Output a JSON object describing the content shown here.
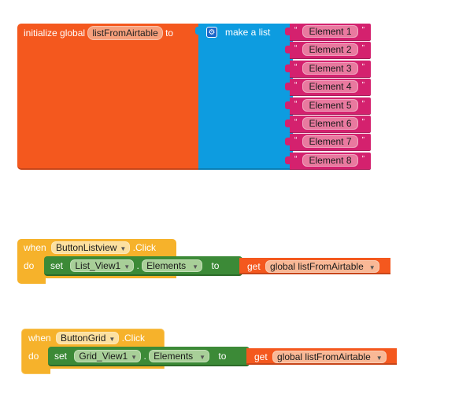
{
  "init_block": {
    "keyword": "initialize global",
    "var_name": "listFromAirtable",
    "to": "to"
  },
  "make_list": {
    "label": "make a list",
    "gear_icon": "gear-icon"
  },
  "elements": [
    "Element 1",
    "Element 2",
    "Element 3",
    "Element 4",
    "Element 5",
    "Element 6",
    "Element 7",
    "Element 8"
  ],
  "quote_open": "“",
  "quote_close": "”",
  "event1": {
    "when": "when",
    "component": "ButtonListview",
    "event": ".Click",
    "do": "do",
    "set": "set",
    "target": "List_View1",
    "dot": ".",
    "property": "Elements",
    "to": "to",
    "get": "get",
    "var": "global listFromAirtable"
  },
  "event2": {
    "when": "when",
    "component": "ButtonGrid",
    "event": ".Click",
    "do": "do",
    "set": "set",
    "target": "Grid_View1",
    "dot": ".",
    "property": "Elements",
    "to": "to",
    "get": "get",
    "var": "global listFromAirtable"
  },
  "colors": {
    "init_orange": "#f4581e",
    "list_blue": "#0d9ce0",
    "string_magenta": "#d4216e",
    "event_yellow": "#f6b22b",
    "set_green": "#3c8a37"
  }
}
